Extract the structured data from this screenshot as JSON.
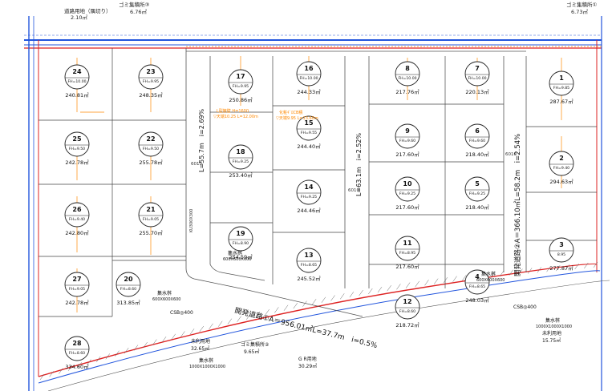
{
  "top_labels": {
    "road_land": "道路用地（隅切り）",
    "road_land_area": "2.10㎡",
    "trash1": "ゴミ集積所③",
    "trash1_area": "6.76㎡",
    "trash2": "ゴミ集積所①",
    "trash2_area": "6.73㎡"
  },
  "lots": [
    {
      "no": "24",
      "fh": "FH=10.00",
      "area": "240.81㎡"
    },
    {
      "no": "23",
      "fh": "FH=9.95",
      "area": "248.35㎡"
    },
    {
      "no": "25",
      "fh": "FH=9.50",
      "area": "242.78㎡"
    },
    {
      "no": "22",
      "fh": "FH=9.50",
      "area": "255.78㎡"
    },
    {
      "no": "26",
      "fh": "FH=9.40",
      "area": "242.80㎡"
    },
    {
      "no": "21",
      "fh": "FH=9.05",
      "area": "255.70㎡"
    },
    {
      "no": "27",
      "fh": "FH=9.05",
      "area": "242.78㎡"
    },
    {
      "no": "20",
      "fh": "FH=8.60",
      "area": "313.85㎡"
    },
    {
      "no": "28",
      "fh": "FH=8.60",
      "area": "334.60㎡"
    },
    {
      "no": "17",
      "fh": "FH=9.95",
      "area": "250.86㎡"
    },
    {
      "no": "18",
      "fh": "FH=9.25",
      "area": "253.40㎡"
    },
    {
      "no": "19",
      "fh": "FH=8.90",
      "area": "254.59㎡"
    },
    {
      "no": "16",
      "fh": "FH=10.00",
      "area": "244.33㎡"
    },
    {
      "no": "15",
      "fh": "FH=9.55",
      "area": "244.40㎡"
    },
    {
      "no": "14",
      "fh": "FH=9.25",
      "area": "244.46㎡"
    },
    {
      "no": "13",
      "fh": "FH=8.65",
      "area": "245.52㎡"
    },
    {
      "no": "8",
      "fh": "FH=10.00",
      "area": "217.76㎡"
    },
    {
      "no": "7",
      "fh": "FH=10.00",
      "area": "220.13㎡"
    },
    {
      "no": "9",
      "fh": "FH=9.60",
      "area": "217.60㎡"
    },
    {
      "no": "6",
      "fh": "FH=9.60",
      "area": "218.40㎡"
    },
    {
      "no": "10",
      "fh": "FH=9.25",
      "area": "217.60㎡"
    },
    {
      "no": "5",
      "fh": "FH=9.25",
      "area": "218.40㎡"
    },
    {
      "no": "11",
      "fh": "FH=8.95",
      "area": "217.60㎡"
    },
    {
      "no": "4",
      "fh": "FH=8.65",
      "area": "248.03㎡"
    },
    {
      "no": "12",
      "fh": "FH=8.60",
      "area": "218.72㎡"
    },
    {
      "no": "1",
      "fh": "FH=9.85",
      "area": "287.67㎡"
    },
    {
      "no": "2",
      "fh": "FH=9.40",
      "area": "294.63㎡"
    },
    {
      "no": "3",
      "fh": "8.95",
      "area": "277.87㎡"
    }
  ],
  "roads": {
    "road1": "開発道路①A＝956.01㎡L=37.7m　i=0.5%",
    "road2": "開発道路②A＝366.10㎡L=58.2m　i=2.54%",
    "left_slope": "L=55.7m　i=2.69%",
    "mid_slope": "L=63.1m　i=2.52%",
    "right_slope": "L=58.2m i=2.54%",
    "w1": "6010",
    "w2": "6010",
    "w3": "6010"
  },
  "facilities": {
    "tank1": "集水桝",
    "tank1_size": "600X600X600",
    "tank2": "集水桝",
    "tank2_size": "600X600X600",
    "tank3": "集水桝",
    "tank3_size": "600X600X600",
    "tank4": "集水桝",
    "tank4_size": "1000X1000X1000",
    "tank5": "集水桝",
    "tank5_size": "1000X1000X1000",
    "csb1": "CSB◎400",
    "csb2": "CSB◎400",
    "util1": "未利用地",
    "util1_area": "32.65㎡",
    "util2": "未利用地",
    "util2_area": "15.75㎡",
    "trash3": "ゴミ集積所②",
    "trash3_area": "9.65㎡",
    "gr": "G R用地",
    "gr_area": "30.29㎡"
  },
  "block_labels": {
    "cb": "化粧ｷﾞﾛCB積",
    "cb_detail": "▽天端9.95 L=13.60m",
    "l_wall": "L型擁壁 H=1600",
    "l_wall_detail": "▽天端10.25 L=12.00m",
    "side": "KU300X300"
  },
  "colors": {
    "lot_line": "#555555",
    "annot": "#ff8800",
    "survey": "#2255dd",
    "green": "#22bb22",
    "red": "#dd2222"
  }
}
